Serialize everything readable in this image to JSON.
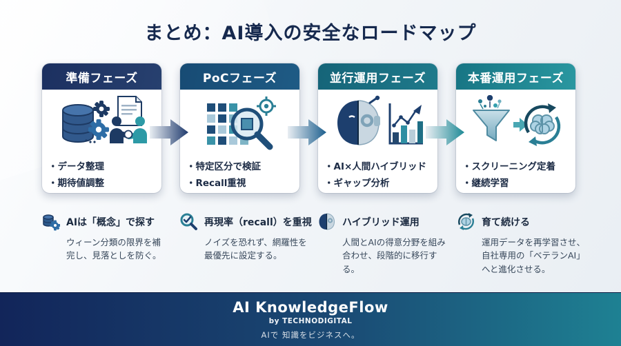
{
  "title": "まとめ：AI導入の安全なロードマップ",
  "colors": {
    "title_text": "#16294e",
    "phase1_header": "#1c3060",
    "phase2_header": "#174b74",
    "phase3_header": "#156478",
    "phase4_header": "#1e8490",
    "arrow1": "#1f3a6d",
    "arrow2": "#1d5f8e",
    "arrow3": "#1f8a96",
    "footer_gradient_left": "#12255a",
    "footer_gradient_right": "#1e8193"
  },
  "phases": [
    {
      "header": "準備フェーズ",
      "icon": "database-gears-handshake-icon",
      "bullets": [
        "・データ整理",
        "・期待値調整"
      ]
    },
    {
      "header": "PoCフェーズ",
      "icon": "grid-magnifier-target-icon",
      "bullets": [
        "・特定区分で検証",
        "・Recall重視"
      ]
    },
    {
      "header": "並行運用フェーズ",
      "icon": "human-ai-face-chart-icon",
      "bullets": [
        "・AI×人間ハイブリッド",
        "・ギャップ分析"
      ]
    },
    {
      "header": "本番運用フェーズ",
      "icon": "funnel-brain-cycle-icon",
      "bullets": [
        "・スクリーニング定着",
        "・継続学習"
      ]
    }
  ],
  "arrows": [
    {
      "icon": "flow-arrow-right-icon",
      "color": "#1f3a6d"
    },
    {
      "icon": "flow-arrow-right-icon",
      "color": "#1d5f8e"
    },
    {
      "icon": "flow-arrow-right-icon",
      "color": "#1f8a96"
    }
  ],
  "notes": [
    {
      "icon": "database-gear-icon",
      "title": "AIは「概念」で探す",
      "body": "ウィーン分類の限界を補\n完し、見落としを防ぐ。"
    },
    {
      "icon": "magnifier-check-icon",
      "title": "再現率（recall）を重視",
      "body": "ノイズを恐れず、網羅性を\n最優先に設定する。"
    },
    {
      "icon": "human-ai-face-icon",
      "title": "ハイブリッド運用",
      "body": "人間とAIの得意分野を組み\n合わせ、段階的に移行する。"
    },
    {
      "icon": "brain-cycle-icon",
      "title": "育て続ける",
      "body": "運用データを再学習させ、\n自社専用の「ベテランAI」\nへと進化させる。"
    }
  ],
  "footer": {
    "brand": "AI KnowledgeFlow",
    "byline": "by TECHNODIGITAL",
    "tagline": "AIで 知識をビジネスへ。"
  }
}
